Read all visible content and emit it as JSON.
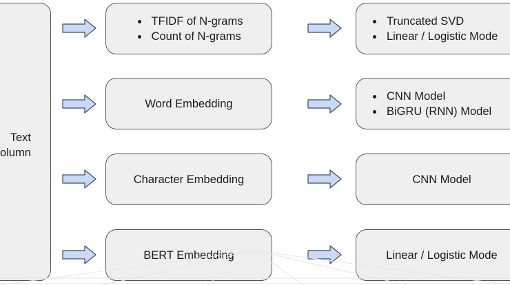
{
  "source": {
    "label_lines": [
      "Text",
      "olumn"
    ]
  },
  "features": [
    {
      "type": "list",
      "items": [
        "TFIDF of N-grams",
        "Count of N-grams"
      ]
    },
    {
      "type": "text",
      "label": "Word Embedding"
    },
    {
      "type": "text",
      "label": "Character Embedding"
    },
    {
      "type": "text",
      "label": "BERT Embedding"
    }
  ],
  "models": [
    {
      "type": "list",
      "items": [
        "Truncated SVD",
        "Linear / Logistic Mode"
      ]
    },
    {
      "type": "list",
      "items": [
        "CNN Model",
        "BiGRU (RNN) Model"
      ]
    },
    {
      "type": "text",
      "label": "CNN Model"
    },
    {
      "type": "text",
      "label": "Linear / Logistic Mode"
    }
  ],
  "colors": {
    "box_fill": "#efefef",
    "box_border": "#555555",
    "arrow_fill": "#c9daf8",
    "arrow_stroke": "#3d4a5c"
  }
}
